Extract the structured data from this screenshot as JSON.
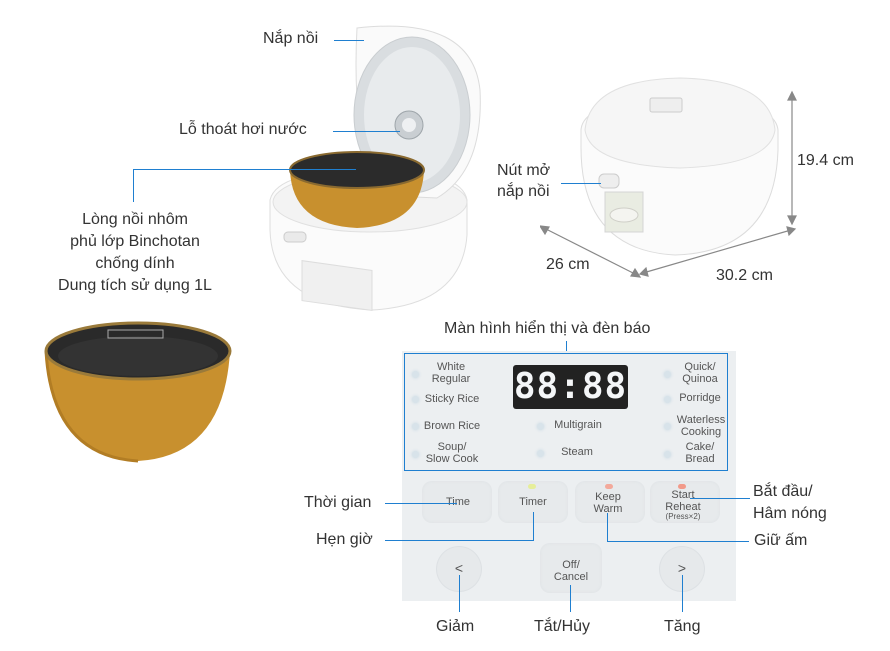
{
  "labels": {
    "lid": "Nắp nồi",
    "steam_vent": "Lỗ thoát hơi nước",
    "inner_pot": [
      "Lòng nồi nhôm",
      "phủ lớp Binchotan",
      "chống dính",
      "Dung tích sử dụng 1L"
    ],
    "lid_button": [
      "Nút mở",
      "nắp nồi"
    ],
    "height": "19.4 cm",
    "depth": "26 cm",
    "width": "30.2 cm",
    "display_title": "Màn hình hiển thị và đèn báo",
    "time": "Thời gian",
    "timer": "Hẹn giờ",
    "start": [
      "Bắt đầu/",
      "Hâm nóng"
    ],
    "keep_warm": "Giữ ấm",
    "decrease": "Giảm",
    "off_cancel": "Tắt/Hủy",
    "increase": "Tăng"
  },
  "panel": {
    "display": "88:88",
    "left_modes": [
      [
        "White",
        "Regular"
      ],
      [
        "Sticky Rice"
      ],
      [
        "Brown Rice"
      ],
      [
        "Soup/",
        "Slow Cook"
      ]
    ],
    "center_modes": [
      "Multigrain",
      "Steam"
    ],
    "right_modes": [
      [
        "Quick/",
        "Quinoa"
      ],
      [
        "Porridge"
      ],
      [
        "Waterless",
        "Cooking"
      ],
      [
        "Cake/",
        "Bread"
      ]
    ],
    "buttons": {
      "time": "Time",
      "timer": "Timer",
      "keep_warm": [
        "Keep",
        "Warm"
      ],
      "start": [
        "Start",
        "Reheat",
        "(Press×2)"
      ],
      "off": [
        "Off/",
        "Cancel"
      ],
      "left_arrow": "<",
      "right_arrow": ">"
    }
  },
  "colors": {
    "leader_line": "#1f7fd0",
    "pot_gold": "#c8902e",
    "display_bg": "#222222"
  }
}
